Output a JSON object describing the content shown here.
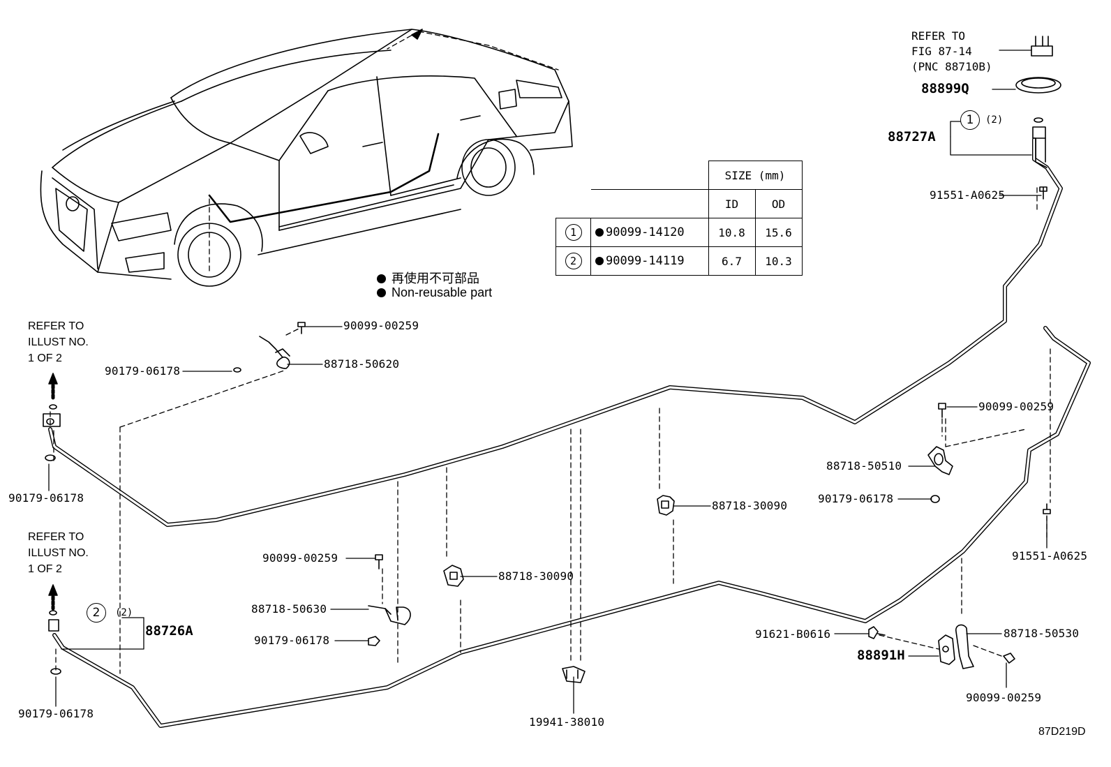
{
  "figure_id": "87D219D",
  "legend": {
    "jp": "再使用不可部品",
    "en": "Non-reusable part"
  },
  "size_table": {
    "header": "SIZE (mm)",
    "col_id": "ID",
    "col_od": "OD",
    "rows": [
      {
        "ref": "1",
        "part": "90099-14120",
        "id": "10.8",
        "od": "15.6"
      },
      {
        "ref": "2",
        "part": "90099-14119",
        "id": "6.7",
        "od": "10.3"
      }
    ]
  },
  "refer_notes": {
    "top_right": [
      "REFER TO",
      "FIG 87-14",
      "(PNC 88710B)"
    ],
    "left_upper": [
      "REFER TO",
      "ILLUST NO.",
      "1 OF 2"
    ],
    "left_lower": [
      "REFER TO",
      "ILLUST NO.",
      "1 OF 2"
    ]
  },
  "callouts": {
    "c1_ref": "1",
    "c1_qty": "(2)",
    "c2_ref": "2",
    "c2_qty": "(2)"
  },
  "part_labels": {
    "p88899q": "88899Q",
    "p88727a": "88727A",
    "p91551_top": "91551-A0625",
    "p90099_00259_top": "90099-00259",
    "p90179_06178_top": "90179-06178",
    "p88718_50620": "88718-50620",
    "p90179_06178_left": "90179-06178",
    "p88718_30090_right": "88718-30090",
    "p90099_00259_mid": "90099-00259",
    "p88718_30090_mid": "88718-30090",
    "p88718_50630": "88718-50630",
    "p90179_06178_mid": "90179-06178",
    "p88726a": "88726A",
    "p90179_06178_bottom": "90179-06178",
    "p19941_38010": "19941-38010",
    "p90099_00259_right": "90099-00259",
    "p88718_50510": "88718-50510",
    "p90179_06178_right": "90179-06178",
    "p91551_right": "91551-A0625",
    "p91621_b0616": "91621-B0616",
    "p88718_50530": "88718-50530",
    "p88891h": "88891H",
    "p90099_00259_bottom": "90099-00259"
  }
}
